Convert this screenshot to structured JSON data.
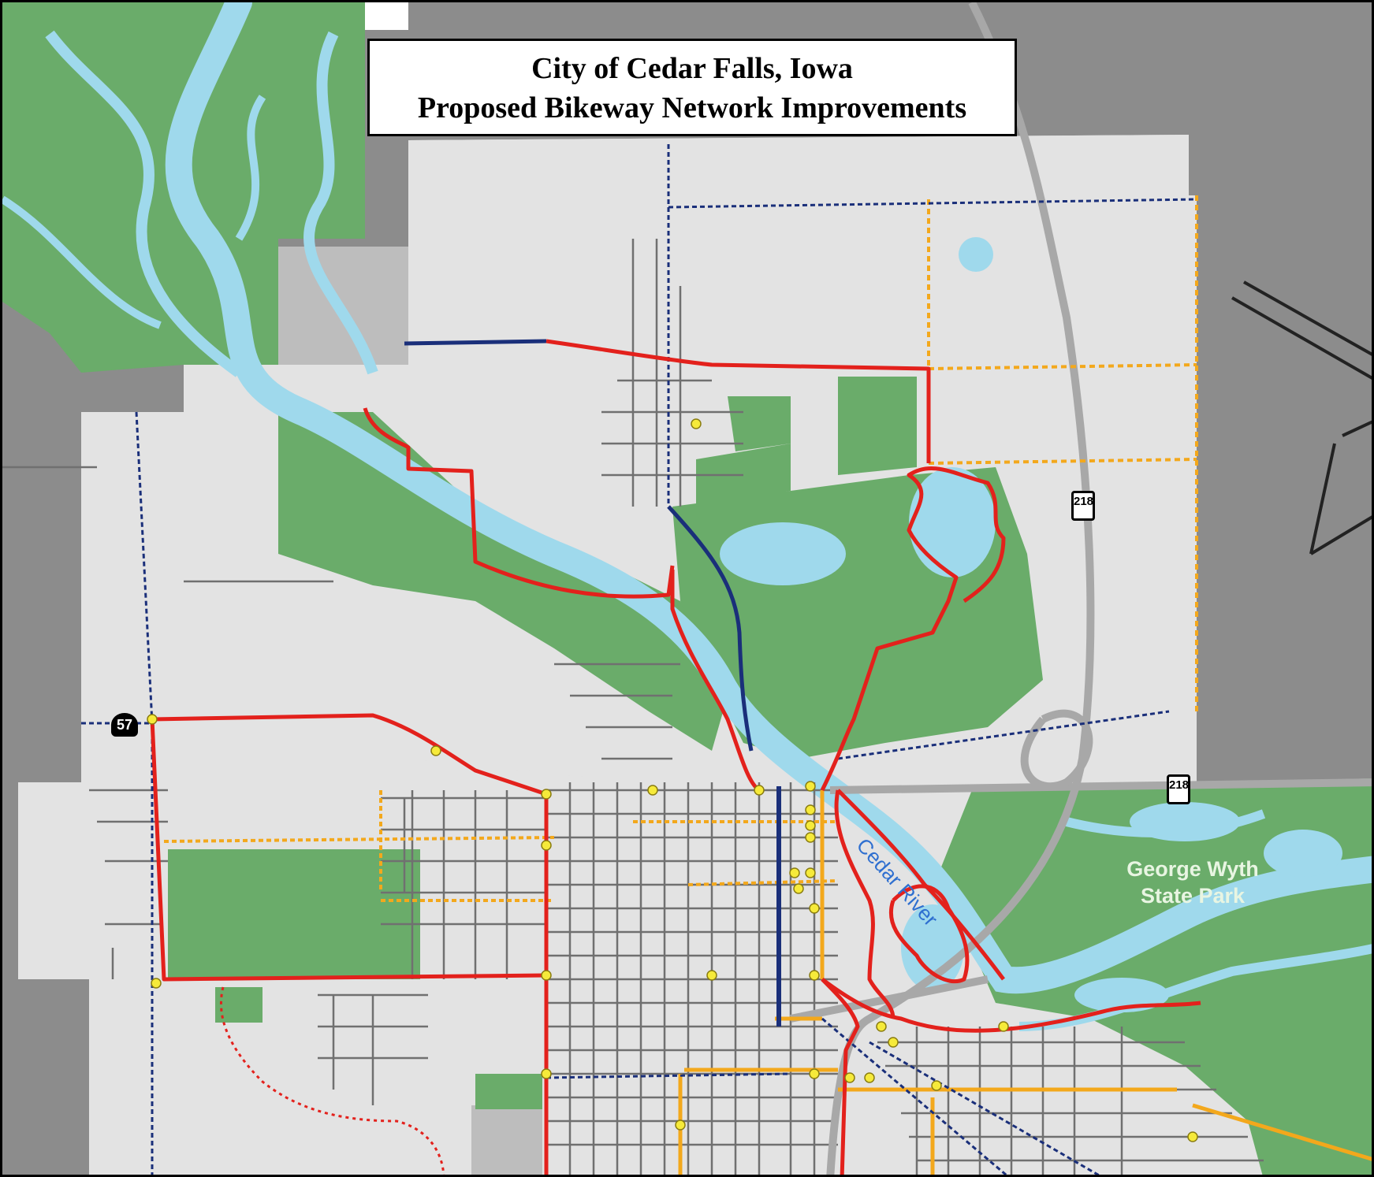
{
  "map": {
    "title_line1": "City of Cedar Falls, Iowa",
    "title_line2": "Proposed Bikeway Network Improvements",
    "labels": {
      "park": "George Wyth\nState Park",
      "park_line1": "George Wyth",
      "park_line2": "State Park",
      "river": "Cedar River"
    },
    "shields": {
      "us_218_north": "218",
      "us_218_east": "218",
      "ia_57": "57"
    },
    "colors": {
      "city_land": "#e3e3e3",
      "outside_land": "#8c8c8c",
      "water": "#9fd9ec",
      "park": "#6aac6a",
      "street": "#707070",
      "highway": "#a8a8a8",
      "existing_trail": "#e3211c",
      "proposed_trail": "#e3211c",
      "bike_lane": "#1a2f7a",
      "bike_route": "#f3a81c",
      "node": "#f6ea3a"
    }
  }
}
